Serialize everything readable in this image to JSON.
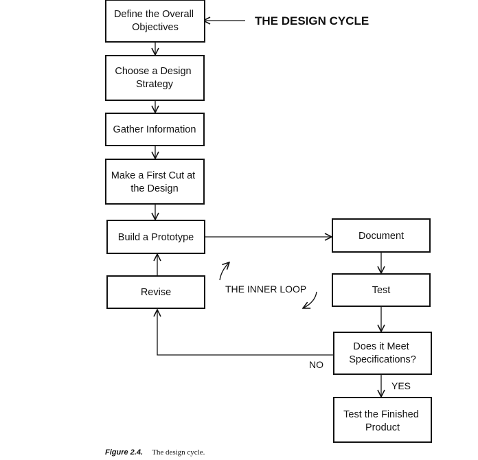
{
  "title": "THE DESIGN CYCLE",
  "steps": {
    "define": [
      "Define the Overall",
      "Objectives"
    ],
    "strategy": [
      "Choose a Design",
      "Strategy"
    ],
    "gather": [
      "Gather Information"
    ],
    "first_cut": [
      "Make a First Cut at",
      "the Design"
    ],
    "prototype": [
      "Build a Prototype"
    ],
    "revise": [
      "Revise"
    ],
    "document": [
      "Document"
    ],
    "test": [
      "Test"
    ],
    "meets_specs": [
      "Does it Meet",
      "Specifications?"
    ],
    "finished": [
      "Test the Finished",
      "Product"
    ]
  },
  "labels": {
    "inner_loop": "THE INNER LOOP",
    "no": "NO",
    "yes": "YES"
  },
  "caption": {
    "label": "Figure 2.4.",
    "text": "The design cycle."
  }
}
